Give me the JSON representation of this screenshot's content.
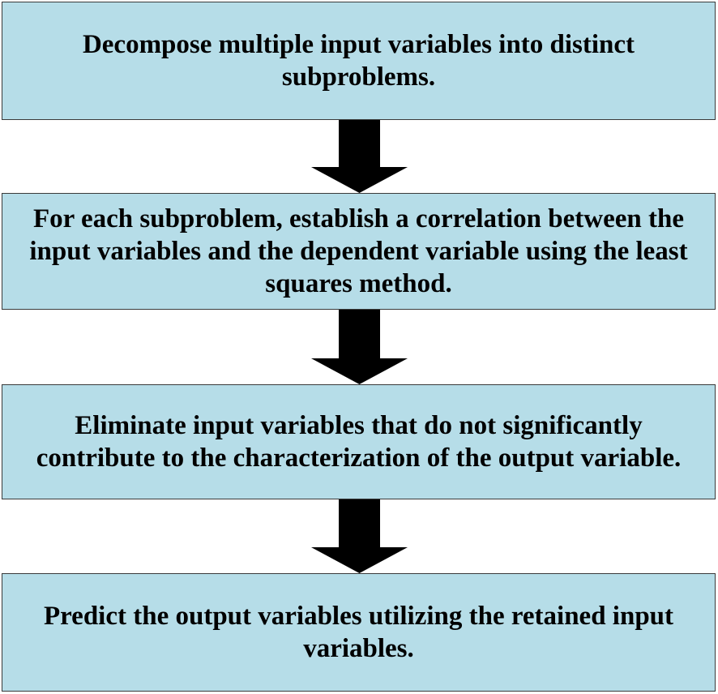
{
  "flowchart": {
    "steps": [
      "Decompose multiple input variables into distinct subproblems.",
      "For each subproblem, establish a correlation between the input variables and the dependent variable using the least squares method.",
      "Eliminate input variables that do not significantly contribute to the characterization of the output variable.",
      "Predict the output variables utilizing the retained input variables."
    ],
    "box_fill_color": "#b6dde8",
    "arrow_color": "#000000",
    "arrow_icon": "down-arrow-icon"
  }
}
